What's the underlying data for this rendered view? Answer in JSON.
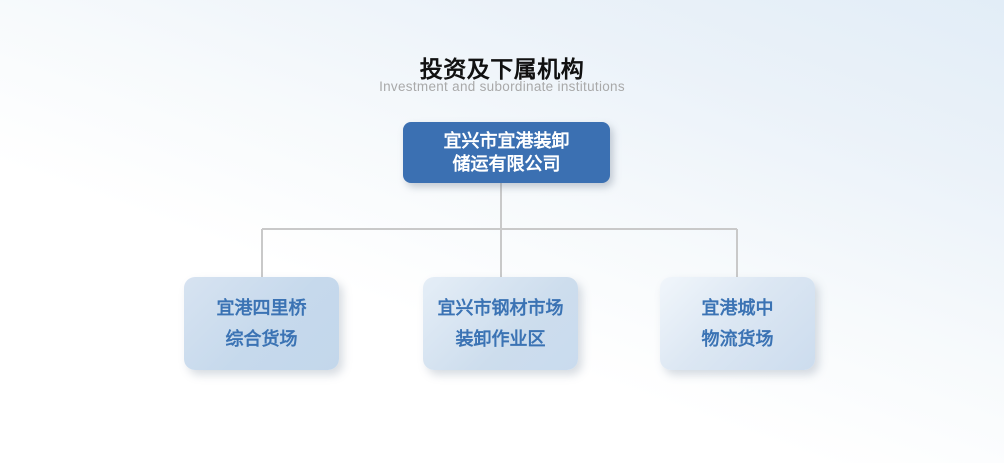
{
  "page": {
    "title": "投资及下属机构",
    "subtitle": "Investment and subordinate institutions"
  },
  "org_chart": {
    "type": "org-tree",
    "root": {
      "name": "宜兴市宜港装卸储运有限公司",
      "line1": "宜兴市宜港装卸",
      "line2": "储运有限公司"
    },
    "children": [
      {
        "name": "宜港四里桥综合货场",
        "line1": "宜港四里桥",
        "line2": "综合货场"
      },
      {
        "name": "宜兴市钢材市场装卸作业区",
        "line1": "宜兴市钢材市场",
        "line2": "装卸作业区"
      },
      {
        "name": "宜港城中物流货场",
        "line1": "宜港城中",
        "line2": "物流货场"
      }
    ]
  },
  "colors": {
    "root_box_bg": "#3b70b2",
    "root_box_text": "#ffffff",
    "child_box_bg": "#c7daed",
    "child_box_text": "#3b73b4",
    "connector_line": "#c9c9c9",
    "title_text": "#111111",
    "subtitle_text": "#a9a9a9",
    "page_bg_top": "#e2edf7",
    "page_bg_bottom": "#ffffff"
  }
}
